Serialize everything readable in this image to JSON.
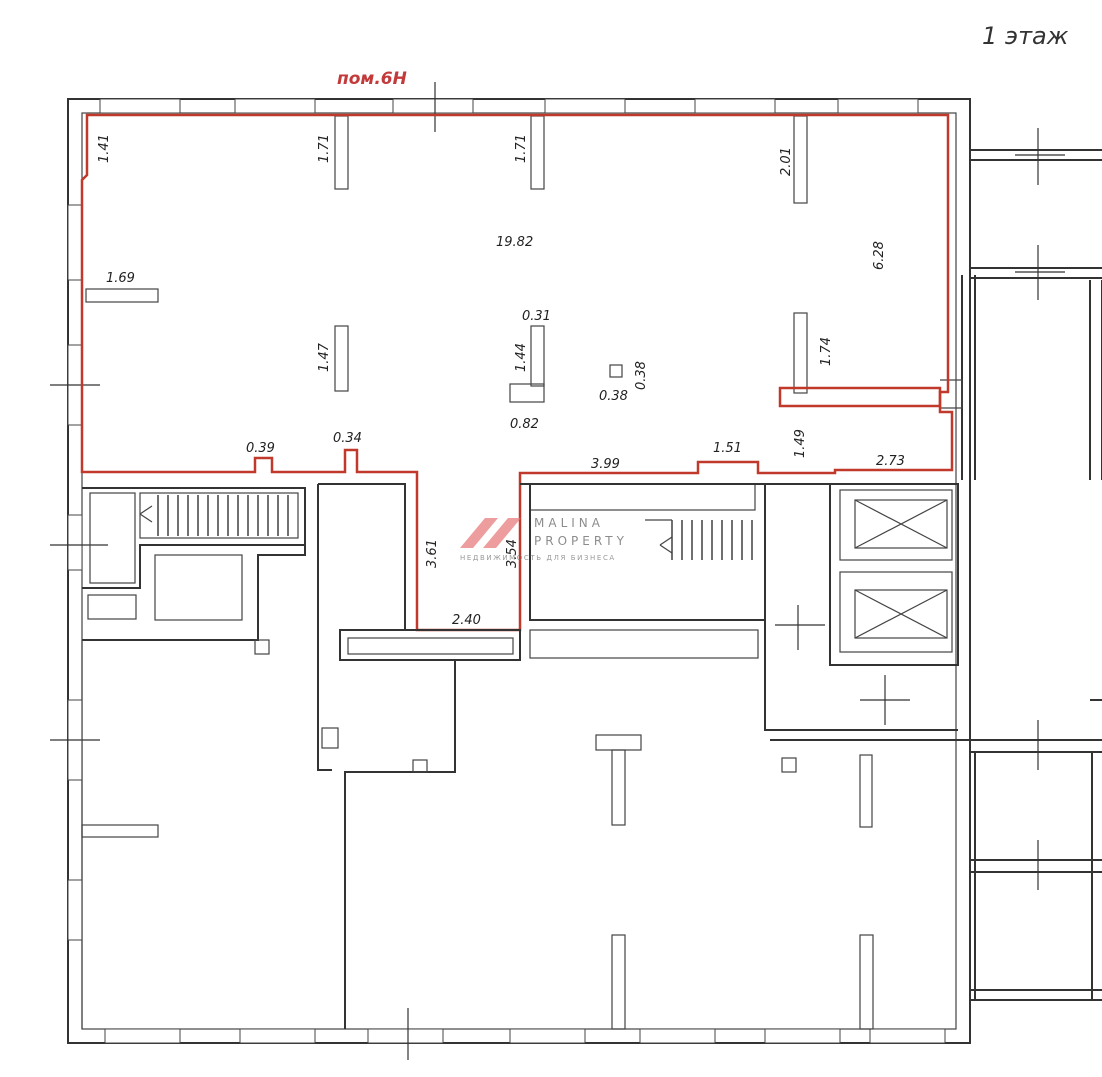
{
  "floor_label": "1 этаж",
  "unit_label": "пом.6Н",
  "dimensions": {
    "d_1_41": "1.41",
    "d_1_71_a": "1.71",
    "d_1_71_b": "1.71",
    "d_2_01": "2.01",
    "d_19_82": "19.82",
    "d_6_28": "6.28",
    "d_1_69": "1.69",
    "d_0_31": "0.31",
    "d_1_47": "1.47",
    "d_1_44": "1.44",
    "d_0_38_v": "0.38",
    "d_0_38_h": "0.38",
    "d_1_74": "1.74",
    "d_0_82": "0.82",
    "d_0_39": "0.39",
    "d_0_34": "0.34",
    "d_3_99": "3.99",
    "d_1_51": "1.51",
    "d_1_49": "1.49",
    "d_2_73": "2.73",
    "d_3_61": "3.61",
    "d_3_54": "3.54",
    "d_2_40": "2.40"
  },
  "watermark": {
    "brand_top": "MALINA",
    "brand_bottom": "PROPERTY",
    "tagline": "НЕДВИЖИМОСТЬ ДЛЯ БИЗНЕСА"
  },
  "colors": {
    "unit_outline": "#c0392b",
    "walls": "#333333",
    "logo_accent": "#e57373"
  }
}
